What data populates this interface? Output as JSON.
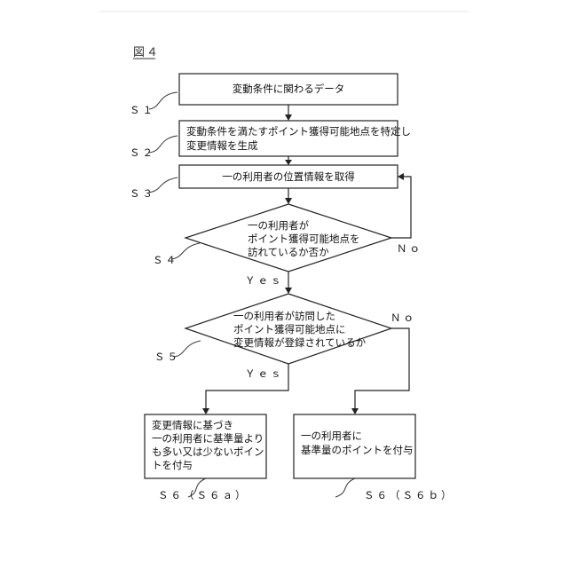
{
  "figure_title": "図４",
  "steps": {
    "s1": {
      "label": "Ｓ１",
      "lines": [
        "変動条件に関わるデータ"
      ]
    },
    "s2": {
      "label": "Ｓ２",
      "lines": [
        "変動条件を満たすポイント獲得可能地点を特定し",
        "変更情報を生成"
      ]
    },
    "s3": {
      "label": "Ｓ３",
      "lines": [
        "一の利用者の位置情報を取得"
      ]
    },
    "s4": {
      "label": "Ｓ４",
      "lines": [
        "一の利用者が",
        "ポイント獲得可能地点を",
        "訪れているか否か"
      ]
    },
    "s5": {
      "label": "Ｓ５",
      "lines": [
        "一の利用者が訪問した",
        "ポイント獲得可能地点に",
        "変更情報が登録されているか"
      ]
    },
    "s6a": {
      "label": "Ｓ６（Ｓ６ａ）",
      "lines": [
        "変更情報に基づき",
        "一の利用者に基準量より",
        "も多い又は少ないポイン",
        "トを付与"
      ]
    },
    "s6b": {
      "label": "Ｓ６（Ｓ６ｂ）",
      "lines": [
        "一の利用者に",
        "基準量のポイントを付与"
      ]
    }
  },
  "branches": {
    "s4_yes": "Ｙｅｓ",
    "s4_no": "Ｎｏ",
    "s5_yes": "Ｙｅｓ",
    "s5_no": "Ｎｏ"
  }
}
